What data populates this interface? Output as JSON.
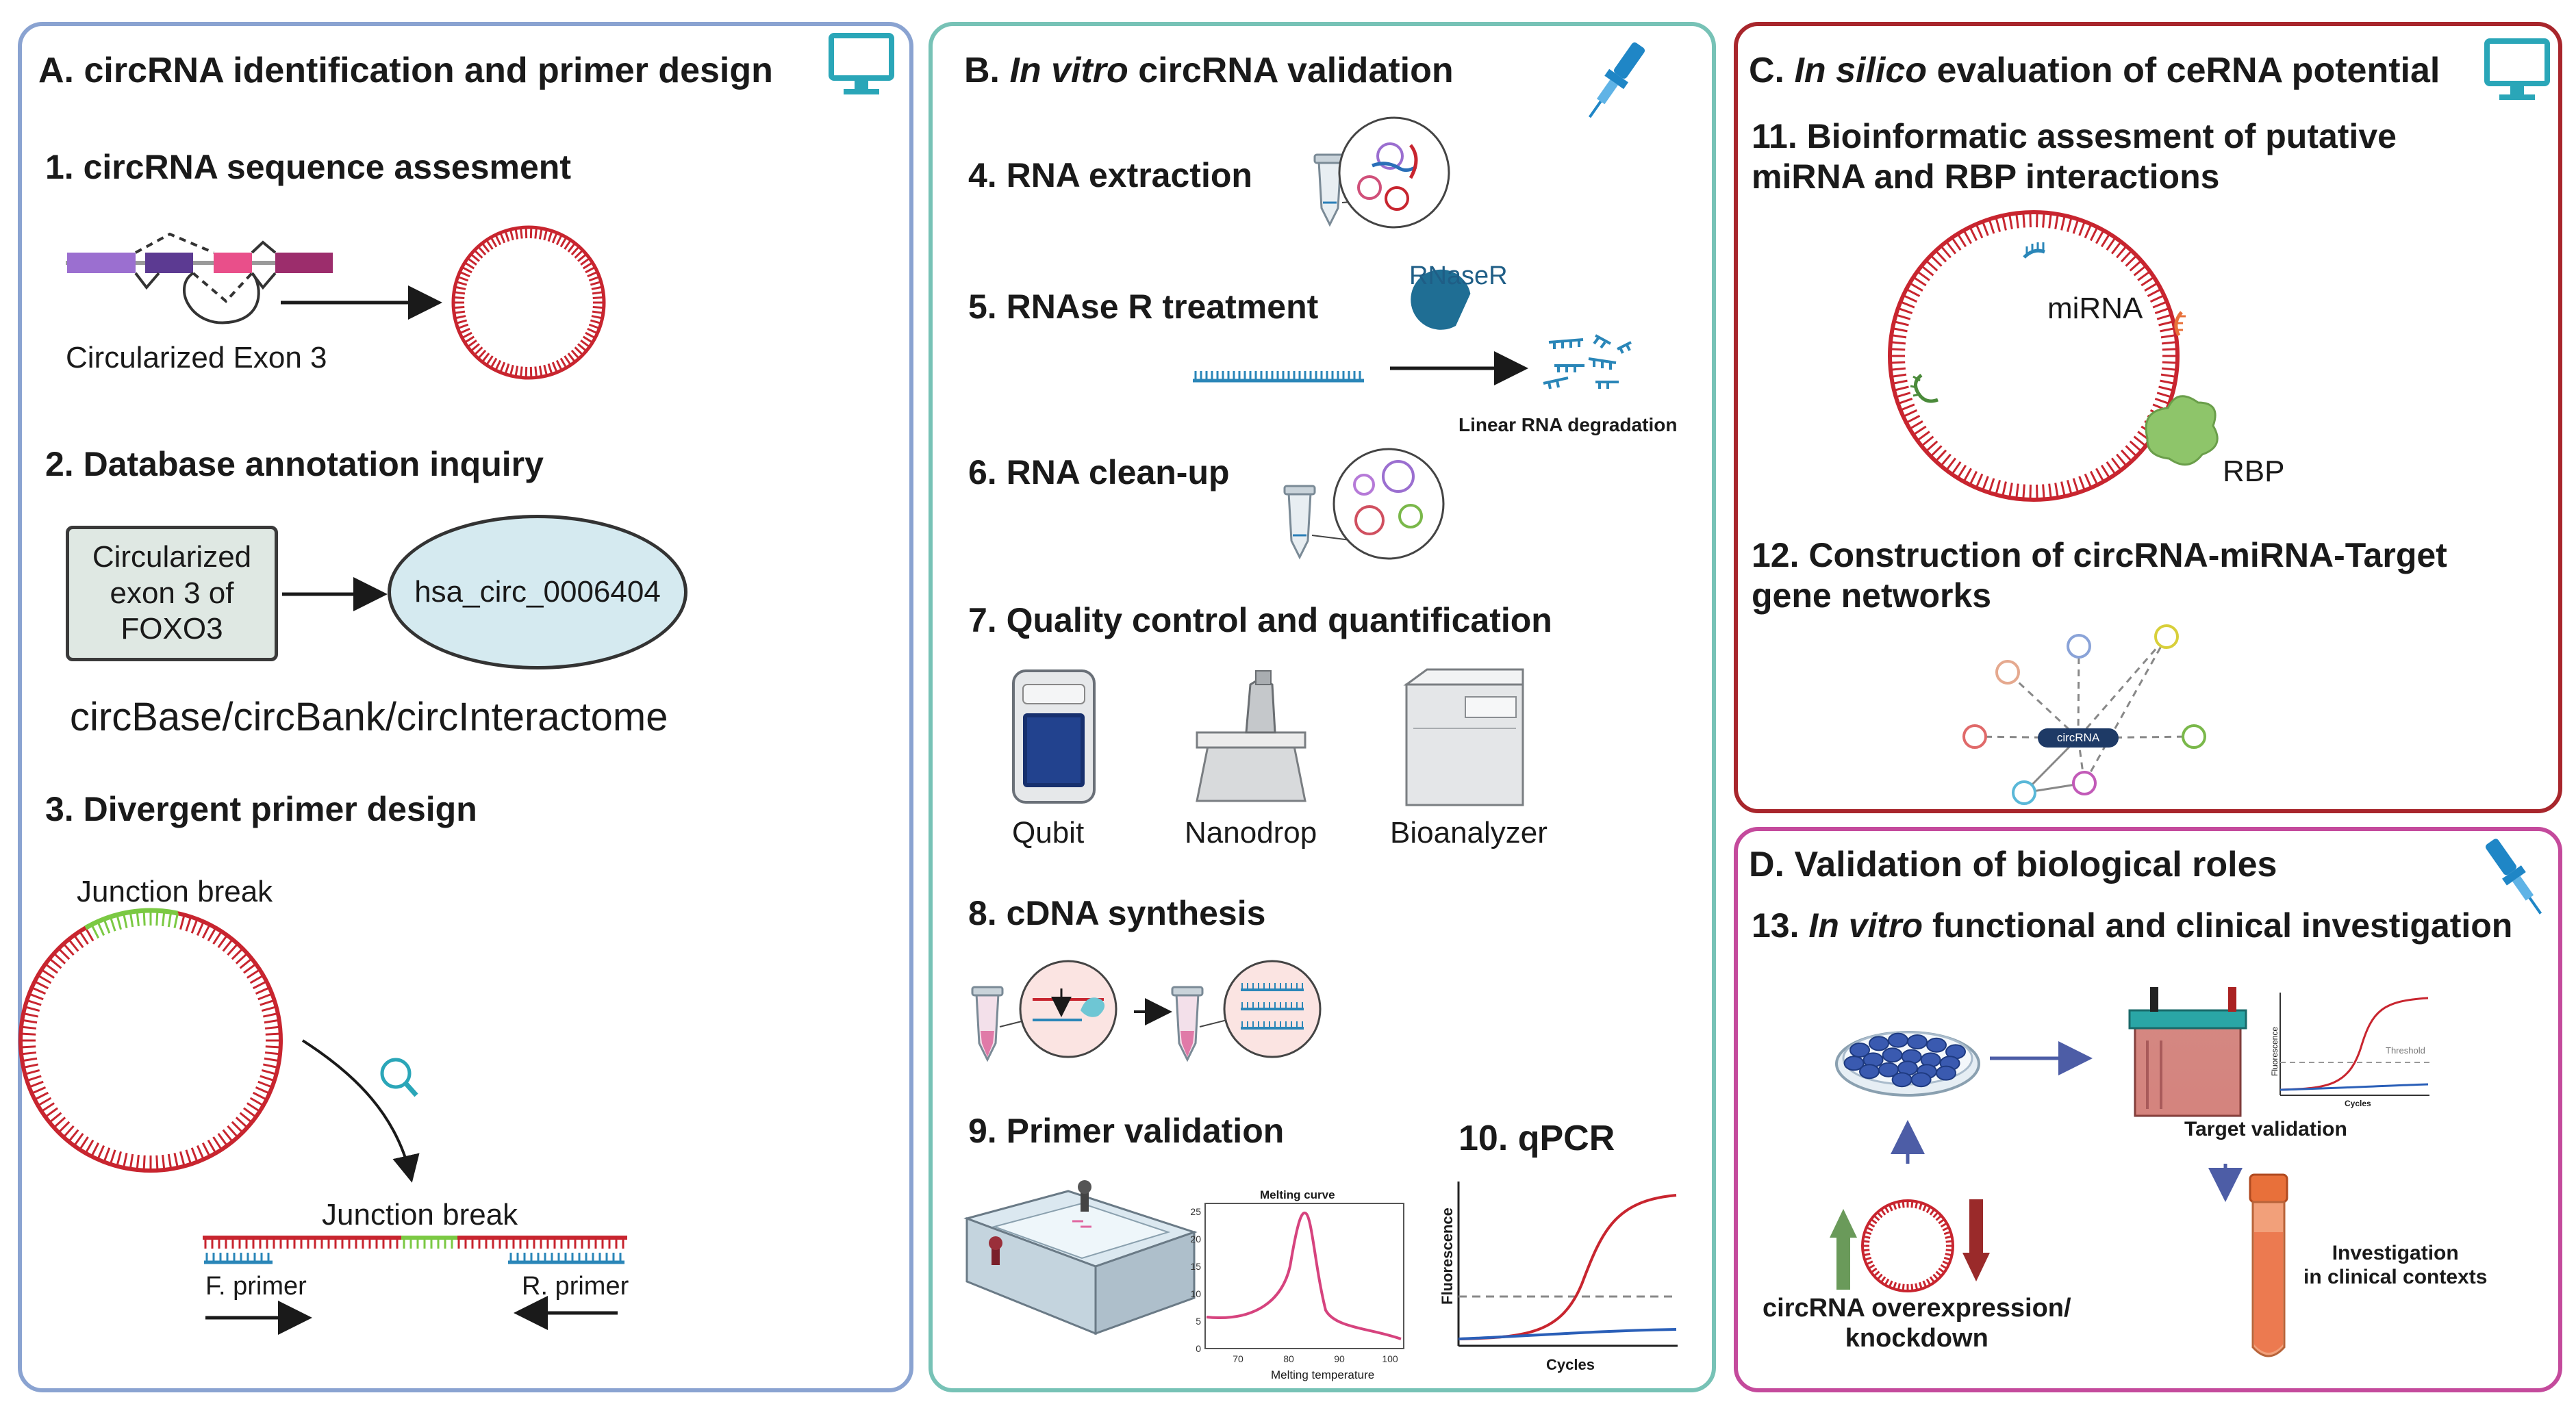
{
  "panels": {
    "a": {
      "title": "A. circRNA identification and primer design",
      "border_color": "#8aa3d1",
      "step1": "1. circRNA sequence assesment",
      "exon_label": "Circularized Exon 3",
      "step2": "2. Database annotation inquiry",
      "box_label": "Circularized\nexon 3 of\nFOXO3",
      "oval_label": "hsa_circ_0006404",
      "databases": "circBase/circBank/circInteractome",
      "step3": "3. Divergent primer design",
      "junction_top": "Junction break",
      "junction_bottom": "Junction break",
      "fprimer": "F. primer",
      "rprimer": "R. primer"
    },
    "b": {
      "title_prefix": "B. ",
      "title_italic": "In vitro",
      "title_suffix": " circRNA validation",
      "border_color": "#77c2b6",
      "step4": "4. RNA extraction",
      "step5": "5. RNAse R treatment",
      "rnaser": "RNaseR",
      "degradation": "Linear RNA degradation",
      "step6": "6. RNA clean-up",
      "step7": "7. Quality control and quantification",
      "instruments": [
        "Qubit",
        "Nanodrop",
        "Bioanalyzer"
      ],
      "step8": "8. cDNA synthesis",
      "step9": "9. Primer validation",
      "melt_title": "Melting curve",
      "melt_xlabel": "Melting temperature",
      "melt_yticks": [
        "25",
        "20",
        "15",
        "10",
        "5",
        "0"
      ],
      "melt_xticks": [
        "70",
        "80",
        "90",
        "100"
      ],
      "step10": "10. qPCR",
      "qpcr_ylabel": "Fluorescence",
      "qpcr_xlabel": "Cycles"
    },
    "c": {
      "title_prefix": "C. ",
      "title_italic": "In silico",
      "title_suffix": " evaluation of ceRNA potential",
      "border_color": "#a8262c",
      "step11": "11. Bioinformatic assesment of putative\nmiRNA and RBP interactions",
      "mirna": "miRNA",
      "rbp": "RBP",
      "step12": "12. Construction of circRNA-miRNA-Target\ngene networks",
      "hub": "circRNA"
    },
    "d": {
      "title": "D. Validation of biological roles",
      "border_color": "#c44a9c",
      "step13_prefix": "13. ",
      "step13_italic": "In vitro",
      "step13_suffix": " functional and clinical investigation",
      "target_validation": "Target validation",
      "threshold": "Threshold",
      "fluor": "Fluorescence",
      "cycles": "Cycles",
      "investigation": "Investigation\nin clinical contexts",
      "overexpression": "circRNA overexpression/\nknockdown"
    }
  },
  "icons": [
    "monitor-icon",
    "pipette-icon"
  ],
  "colors": {
    "circ_red": "#c8252f",
    "junction_green": "#7bc943",
    "teal_icon": "#2aa6b8",
    "rnase_blue": "#1f6e94",
    "oval_fill": "#d5eaf0",
    "box_fill": "#dfe8e3"
  }
}
